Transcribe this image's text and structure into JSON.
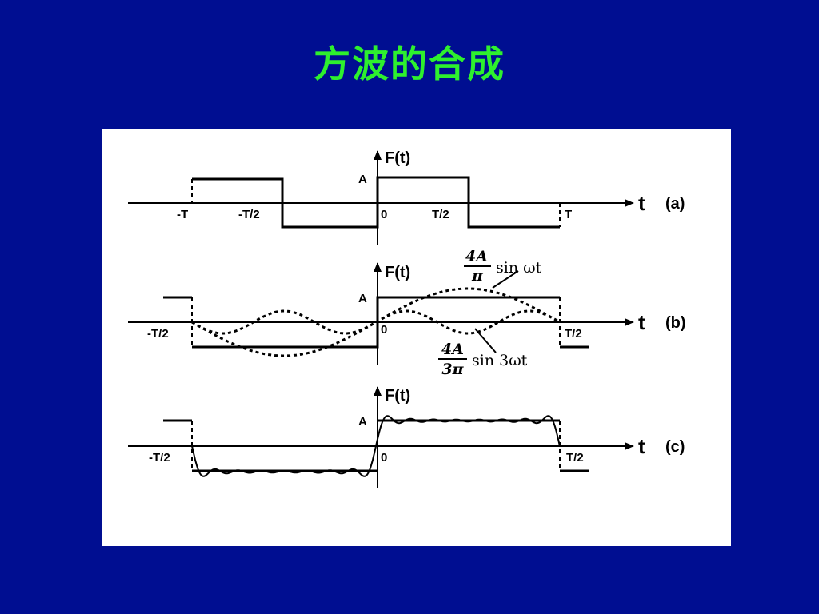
{
  "slide": {
    "title": "方波的合成",
    "colors": {
      "background": "#000e91",
      "title": "#2ef02e",
      "panel": "#ffffff"
    }
  },
  "figure": {
    "panels": [
      {
        "id": "a",
        "panel_label": "(a)",
        "time_axis_label": "t",
        "function_label": "F(t)",
        "amplitude_label": "A",
        "origin_label": "0",
        "tick_labels": [
          "-T",
          "-T/2",
          "T/2",
          "T"
        ]
      },
      {
        "id": "b",
        "panel_label": "(b)",
        "time_axis_label": "t",
        "function_label": "F(t)",
        "amplitude_label": "A",
        "origin_label": "0",
        "tick_labels": [
          "-T/2",
          "T/2"
        ],
        "annotations": {
          "fundamental": {
            "coef_num": "4A",
            "coef_den": "π",
            "expr": "sin ωt"
          },
          "third_harmonic": {
            "coef_num": "4A",
            "coef_den": "3π",
            "expr": "sin 3ωt"
          }
        }
      },
      {
        "id": "c",
        "panel_label": "(c)",
        "time_axis_label": "t",
        "function_label": "F(t)",
        "amplitude_label": "A",
        "origin_label": "0",
        "tick_labels": [
          "-T/2",
          "T/2"
        ]
      }
    ]
  }
}
